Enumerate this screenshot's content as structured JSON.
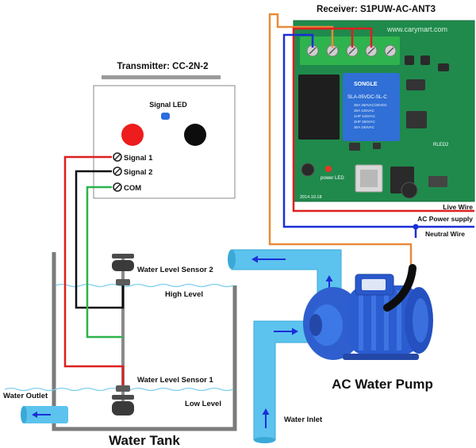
{
  "transmitter": {
    "title": "Transmitter: CC-2N-2",
    "signal_led": "Signal LED",
    "terminals": [
      "Signal 1",
      "Signal 2",
      "COM"
    ]
  },
  "receiver": {
    "title": "Receiver: S1PUW-AC-ANT3",
    "brand_text": "www.carymart.com",
    "relay_brand": "SONGLE",
    "relay_model": "SLA-05VDC-SL-C",
    "relay_spec": [
      "30A 250VAC/30VDC",
      "30A 125VAC",
      "1HP 125VAC",
      "3HP 250VAC",
      "30A 240VAC"
    ],
    "board_labels": [
      "power LED",
      "RLED2",
      "2014.10.18"
    ]
  },
  "wiring": {
    "live": "Live Wire",
    "ac_supply": "AC Power supply",
    "neutral": "Neutral Wire"
  },
  "tank": {
    "title": "Water Tank",
    "sensor2": "Water Level Sensor 2",
    "sensor1": "Water Level Sensor 1",
    "high": "High Level",
    "low": "Low Level",
    "outlet": "Water Outlet"
  },
  "pump": {
    "title": "AC Water Pump",
    "inlet": "Water Inlet"
  },
  "colors": {
    "red_wire": "#dd1f1f",
    "blue_wire": "#1a2fd8",
    "orange_wire": "#e88a3a",
    "green_wire": "#2db34a",
    "pipe": "#5cc3ee",
    "board": "#1f8a4c"
  }
}
